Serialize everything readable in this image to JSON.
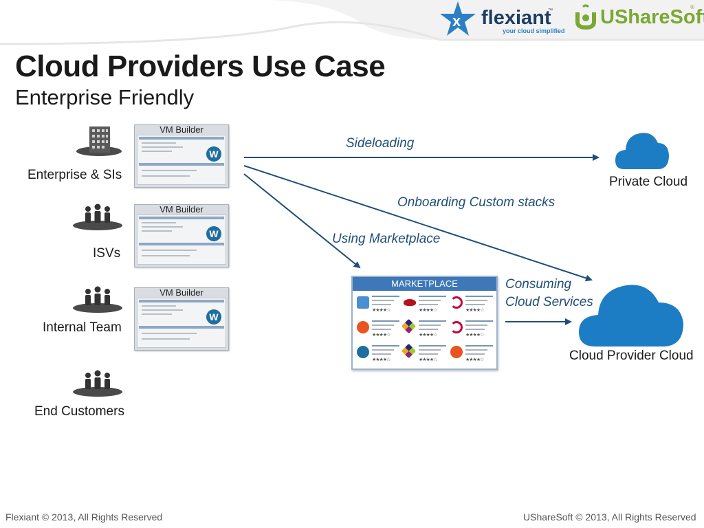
{
  "slide": {
    "title": "Cloud Providers Use Case",
    "subtitle": "Enterprise Friendly"
  },
  "logos": {
    "flexiant": {
      "name": "flexiant",
      "tagline": "your cloud simplified",
      "tm": "™"
    },
    "usharesoft": {
      "name": "UShareSoft",
      "reg": "®"
    }
  },
  "actors": [
    {
      "label": "Enterprise & SIs",
      "icon": "building-icon"
    },
    {
      "label": "ISVs",
      "icon": "people-icon"
    },
    {
      "label": "Internal Team",
      "icon": "people-icon"
    },
    {
      "label": "End Customers",
      "icon": "people-icon"
    }
  ],
  "vm_builders": [
    {
      "title": "VM Builder"
    },
    {
      "title": "VM Builder"
    },
    {
      "title": "VM Builder"
    }
  ],
  "flows": {
    "sideloading": "Sideloading",
    "onboarding": "Onboarding Custom stacks",
    "using_marketplace": "Using Marketplace",
    "consuming_line1": "Consuming",
    "consuming_line2": "Cloud Services"
  },
  "marketplace": {
    "title": "MARKETPLACE",
    "items": [
      {
        "icon": "suse-icon"
      },
      {
        "icon": "redhat-icon"
      },
      {
        "icon": "debian-icon"
      },
      {
        "icon": "ubuntu-icon"
      },
      {
        "icon": "centos-icon"
      },
      {
        "icon": "debian-icon"
      },
      {
        "icon": "wordpress-icon"
      },
      {
        "icon": "centos-icon"
      },
      {
        "icon": "ubuntu-icon"
      }
    ]
  },
  "clouds": {
    "private": "Private Cloud",
    "provider": "Cloud Provider Cloud"
  },
  "footer": {
    "left": "Flexiant © 2013, All Rights Reserved",
    "right": "UShareSoft © 2013, All Rights Reserved"
  },
  "colors": {
    "arrow": "#1f4e79",
    "cloud": "#1d7dc4",
    "marketplace_header": "#3f78b8",
    "flexiant_text": "#1d3d63",
    "usharesoft_text": "#7aa834"
  }
}
